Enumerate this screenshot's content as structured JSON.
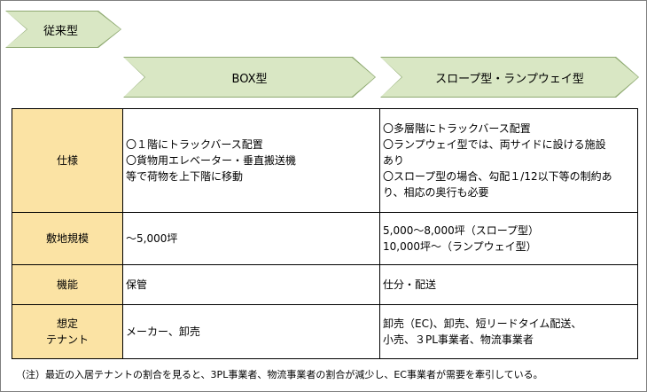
{
  "header": {
    "traditional_label": "従来型",
    "box_label": "BOX型",
    "slope_label": "スロープ型・ランプウェイ型"
  },
  "table": {
    "rows": [
      {
        "label": "仕様",
        "box": [
          "〇１階にトラックバース配置",
          "〇貨物用エレベーター・垂直搬送機",
          "等で荷物を上下階に移動"
        ],
        "slope": [
          "〇多層階にトラックバース配置",
          "〇ランプウェイ型では、両サイドに設ける施設",
          "あり",
          "〇スロープ型の場合、勾配１/12以下等の制約あ",
          "り、相応の奥行も必要"
        ]
      },
      {
        "label": "敷地規模",
        "box": [
          "〜5,000坪"
        ],
        "slope": [
          "5,000〜8,000坪（スロープ型）",
          "10,000坪〜（ランプウェイ型）"
        ]
      },
      {
        "label": "機能",
        "box": [
          "保管"
        ],
        "slope": [
          "仕分・配送"
        ]
      },
      {
        "label_lines": [
          "想定",
          "テナント"
        ],
        "box": [
          "メーカー、卸売"
        ],
        "slope": [
          "卸売（EC)、卸売、短リードタイム配送、",
          "小売、３PL事業者、物流事業者"
        ]
      }
    ]
  },
  "note": "（注）最近の入居テナントの割合を見ると、3PL事業者、物流事業者の割合が減少し、EC事業者が需要を牽引している。",
  "colors": {
    "arrow_fill": "#d9e7c4",
    "label_fill": "#fbe3a4"
  }
}
